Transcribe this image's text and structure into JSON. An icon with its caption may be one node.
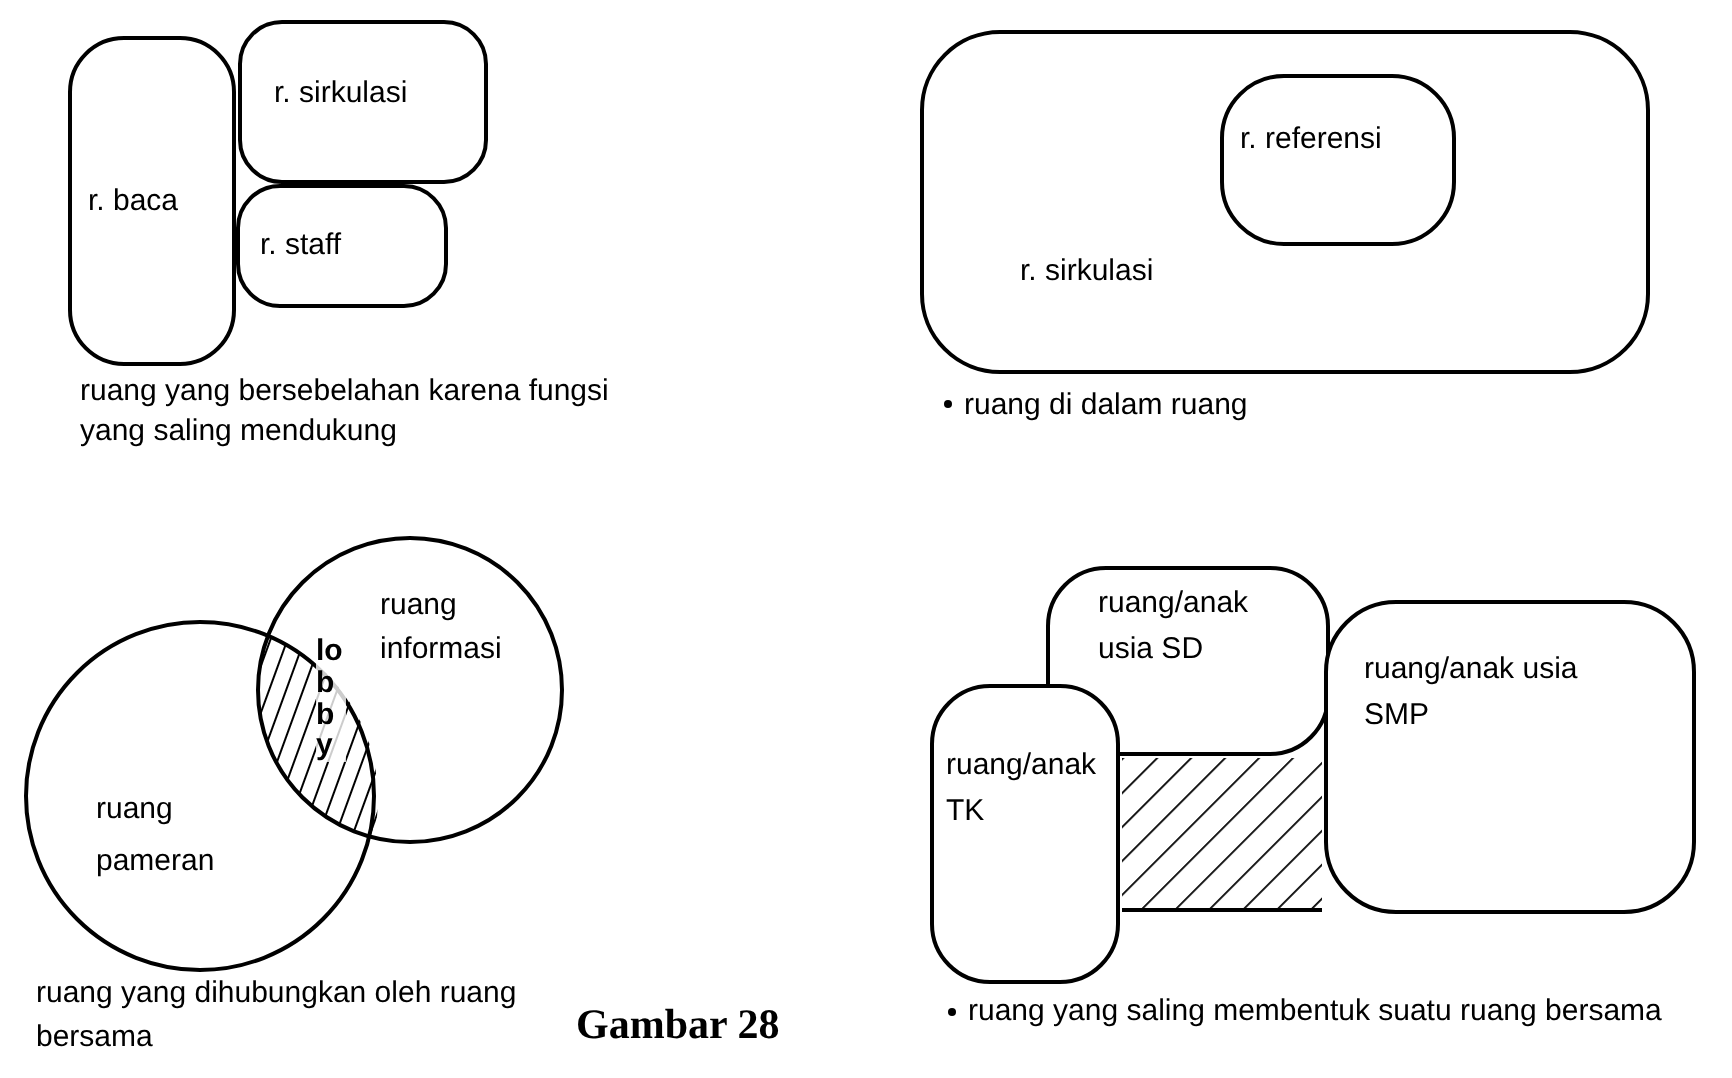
{
  "diagram": {
    "caption": "Gambar 28",
    "nodes": [
      {
        "text": [
          "r. baca"
        ]
      },
      {
        "text": [
          "r. sirkulasi"
        ]
      },
      {
        "text": [
          "r. staff"
        ]
      },
      {
        "text": [
          "r. sirkulasi"
        ]
      },
      {
        "text": [
          "r. referensi"
        ],
        "in": 3
      },
      {
        "text": [
          "ruang pameran"
        ]
      },
      {
        "text": [
          "ruang informasi"
        ]
      },
      {
        "text": [
          "lobby"
        ]
      },
      {
        "text": [
          "ruang/anak usia SD"
        ]
      },
      {
        "text": [
          "ruang/anak TK"
        ]
      },
      {
        "text": [
          "ruang/anak usia SMP"
        ]
      },
      {
        "text": [],
        "shape": "box"
      }
    ],
    "labels": [
      "ruang yang bersebelahan karena fungsi yang saling mendukung",
      "ruang di dalam ruang",
      "ruang yang dihubungkan oleh ruang bersama",
      "ruang yang saling membentuk suatu ruang bersama"
    ]
  }
}
